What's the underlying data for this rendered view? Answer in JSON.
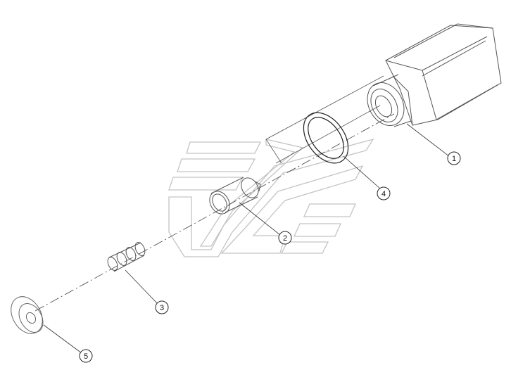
{
  "diagram": {
    "callouts": [
      {
        "id": "1",
        "label": "1"
      },
      {
        "id": "2",
        "label": "2"
      },
      {
        "id": "3",
        "label": "3"
      },
      {
        "id": "4",
        "label": "4"
      },
      {
        "id": "5",
        "label": "5"
      }
    ]
  },
  "colors": {
    "line": "#444444",
    "light_line": "#9a9a9a",
    "watermark": "#bdbdbd"
  }
}
